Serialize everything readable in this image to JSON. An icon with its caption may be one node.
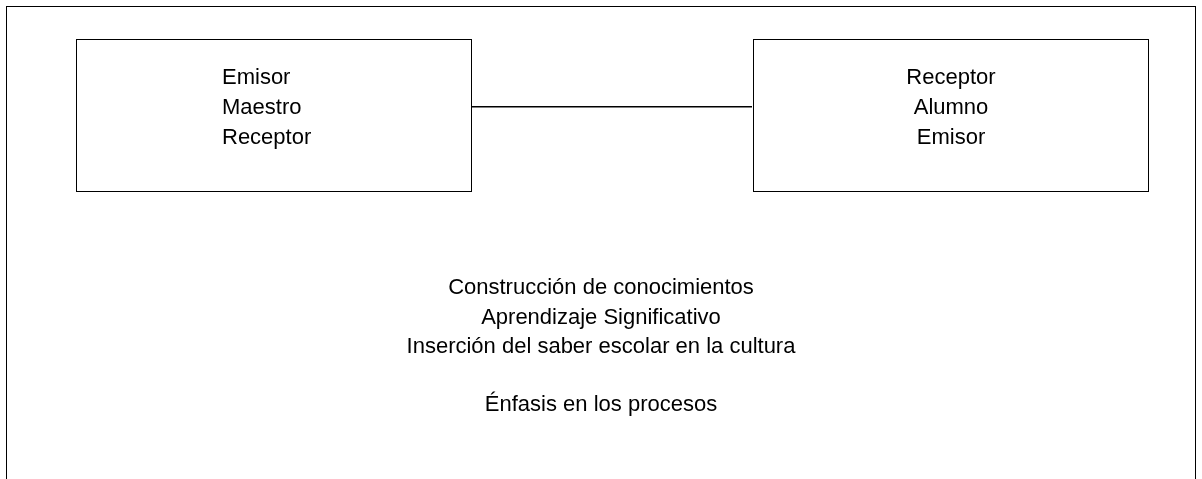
{
  "diagram": {
    "nodes": [
      {
        "text": [
          "Construcción de conocimientos",
          "Aprendizaje Significativo",
          "Inserción del saber escolar en la cultura",
          "Énfasis en los procesos"
        ]
      },
      {
        "text": [
          "Emisor",
          "Maestro",
          "Receptor"
        ],
        "in": 0
      },
      {
        "text": [
          "Receptor",
          "Alumno",
          "Emisor"
        ],
        "in": 0
      }
    ],
    "edges": [
      {
        "from": 1,
        "to": 2,
        "arrow": "none"
      }
    ]
  }
}
